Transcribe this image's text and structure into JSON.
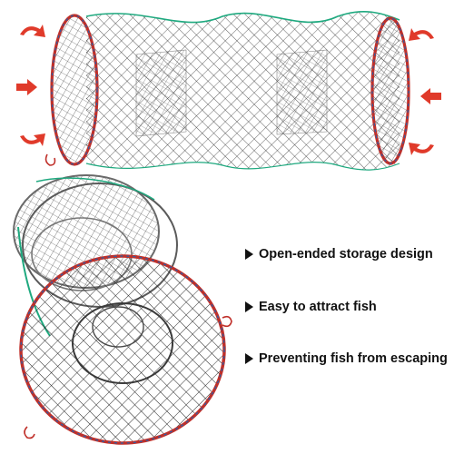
{
  "features": [
    {
      "label": "Open-ended storage design"
    },
    {
      "label": "Easy to attract fish"
    },
    {
      "label": "Preventing fish from escaping"
    }
  ],
  "icons": {
    "arrow": "curved-arrow-icon",
    "bullet": "triangle-bullet-icon"
  },
  "colors": {
    "net": "#2b2b2b",
    "rim_red": "#c0302a",
    "rim_blue": "#2a5fa8",
    "rope_green": "#1fa97f",
    "arrow_red": "#e03a2a"
  }
}
